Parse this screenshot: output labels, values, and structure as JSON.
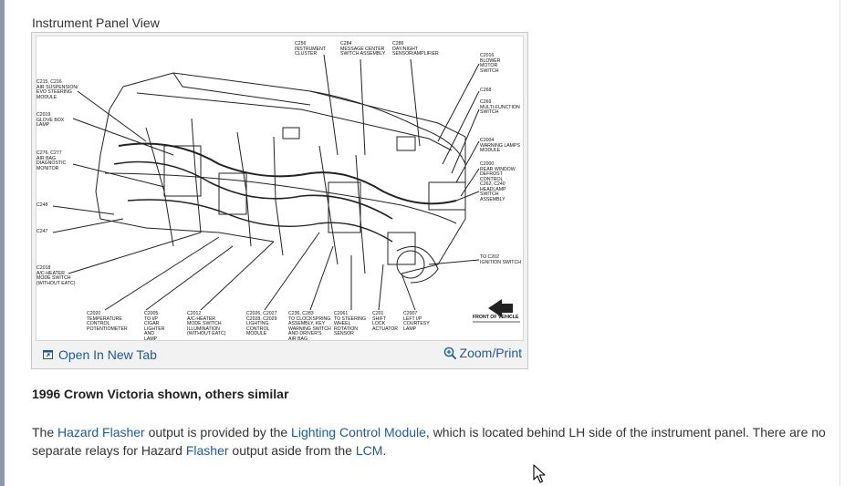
{
  "section_heading": "Instrument Panel View",
  "figure": {
    "open_tab_label": "Open In New Tab",
    "zoom_print_label": "Zoom/Print",
    "labels": {
      "c256": "C256\nINSTRUMENT\nCLUSTER",
      "c284": "C284\nMESSAGE CENTER\nSWITCH ASSEMBLY",
      "c286": "C286\nDAY/NIGHT\nSENSOR/AMPLIFIER",
      "c2016": "C2016\nBLOWER\nMOTOR\nSWITCH",
      "c268": "C268",
      "c269": "C269\nMULTI-FUNCTION\nSWITCH",
      "c2004": "C2004\nWARNING LAMPS\nMODULE",
      "c2000": "C2000\nREAR WINDOW\nDEFROST CONTROL",
      "c262": "C262, C240\nHEADLAMP\nSWITCH\nASSEMBLY",
      "c202": "TO C202\nIGNITION SWITCH",
      "c215": "C215, C216\nAIR SUSPENSION/\nEVO STEERING\nMODULE",
      "c2019": "C2019\nGLOVE BOX\nLAMP",
      "c276": "C276, C277\nAIR BAG\nDIAGNOSTIC\nMONITOR",
      "c248": "C248",
      "c247": "C247",
      "c2018": "C2018\nA/C-HEATER\nMODE SWITCH\n(WITHOUT EATC)",
      "c2020": "C2020\nTEMPERATURE\nCONTROL\nPOTENTIOMETER",
      "c2005": "C2005\nTO I/P\nCIGAR\nLIGHTER\nAND\nLAMP",
      "c2012": "C2012\nA/C-HEATER\nMODE SWITCH\nILLUMINATION\n(WITHOUT EATC)",
      "c2026": "C2026, C2027\nC2028, C2029\nLIGHTING\nCONTROL\nMODULE",
      "c236": "C236, C283\nTO CLOCKSPRING\nASSEMBLY, KEY\nWARNING SWITCH\nAND DRIVER'S\nAIR BAG",
      "c2061": "C2061\nTO STEERING\nWHEEL\nROTATION\nSENSOR",
      "c201": "C201\nSHIFT\nLOCK\nACTUATOR",
      "c2007": "C2007\nLEFT I/P\nCOURTESY\nLAMP",
      "front": "FRONT OF VEHICLE"
    }
  },
  "caption": "1996 Crown Victoria shown, others similar",
  "paragraph": {
    "p1": "The ",
    "link1": "Hazard Flasher",
    "p2": " output is provided by the ",
    "link2": "Lighting Control Module",
    "p3": ", which is located behind LH side of the instrument panel. There are no separate relays for Hazard ",
    "link3": "Flasher",
    "p4": " output aside from the ",
    "link4": "LCM",
    "p5": "."
  }
}
